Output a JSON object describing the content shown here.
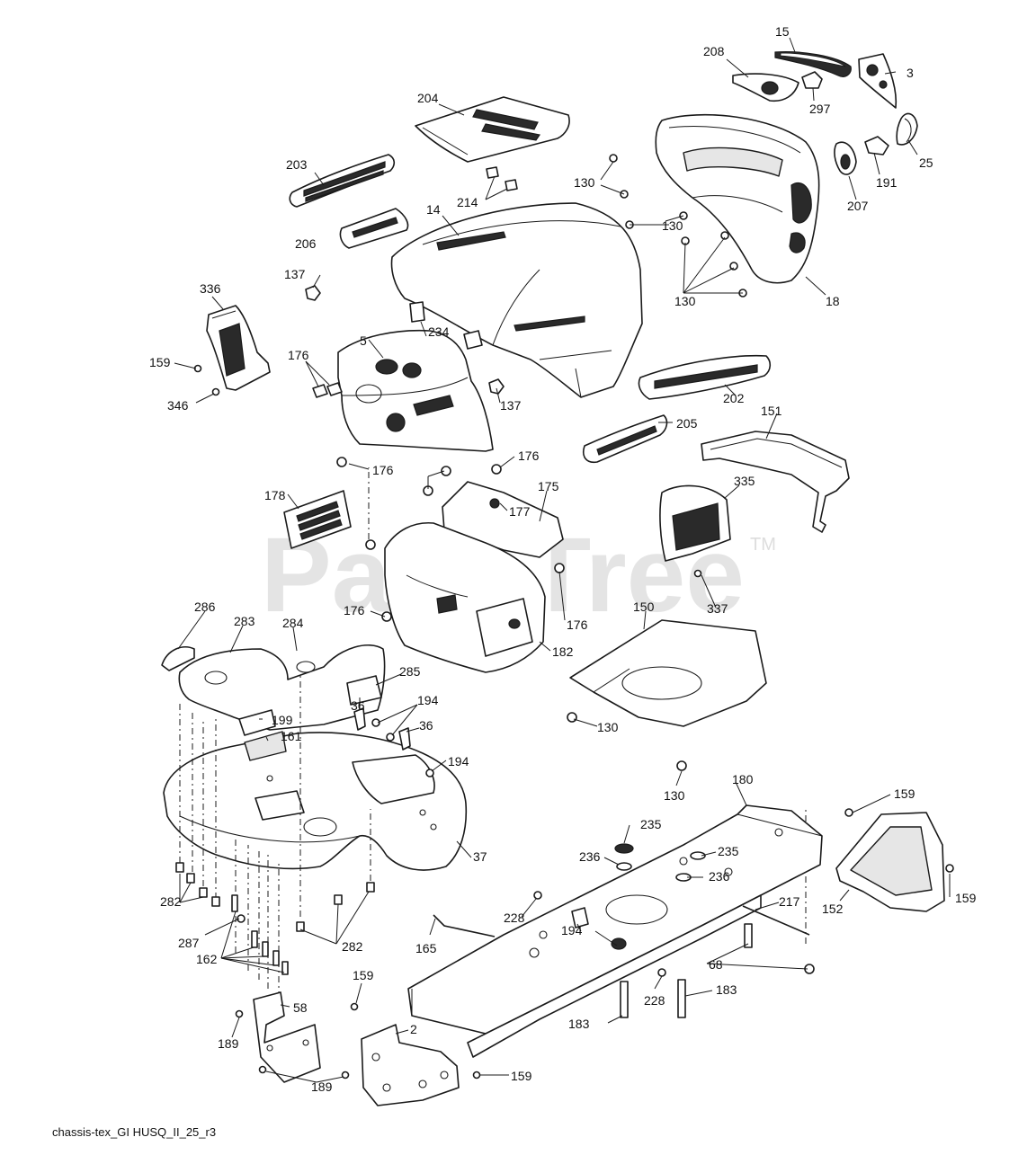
{
  "diagram": {
    "caption": "chassis-tex_GI HUSQ_II_25_r3",
    "watermark": "PartsTree",
    "watermark_mark": "TM"
  },
  "labels": [
    "15",
    "208",
    "3",
    "297",
    "204",
    "25",
    "191",
    "207",
    "203",
    "130",
    "214",
    "14",
    "130",
    "206",
    "130",
    "18",
    "137",
    "336",
    "234",
    "5",
    "159",
    "176",
    "346",
    "137",
    "202",
    "151",
    "205",
    "176",
    "176",
    "178",
    "175",
    "177",
    "335",
    "176",
    "176",
    "337",
    "150",
    "182",
    "286",
    "283",
    "284",
    "285",
    "36",
    "194",
    "199",
    "161",
    "36",
    "130",
    "194",
    "130",
    "180",
    "159",
    "37",
    "235",
    "236",
    "235",
    "236",
    "217",
    "152",
    "159",
    "282",
    "228",
    "287",
    "282",
    "162",
    "165",
    "194",
    "68",
    "228",
    "183",
    "183",
    "159",
    "58",
    "2",
    "189",
    "159",
    "189"
  ]
}
